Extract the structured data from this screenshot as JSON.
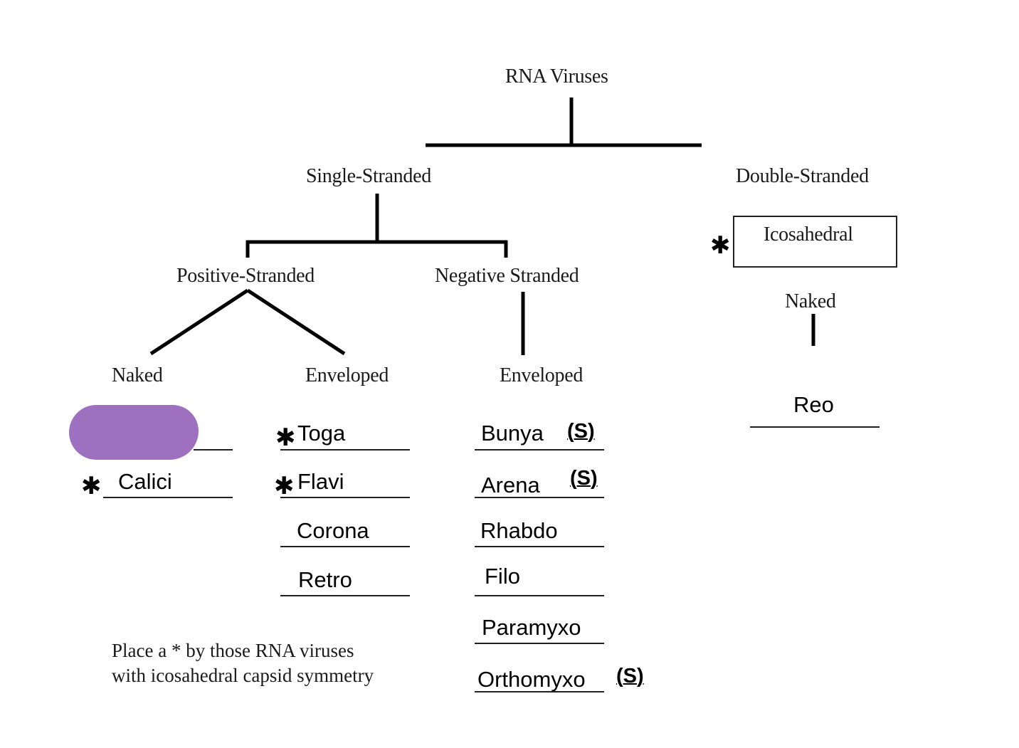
{
  "diagram": {
    "root": "RNA Viruses",
    "level1": {
      "left": "Single-Stranded",
      "right": "Double-Stranded"
    },
    "single_stranded": {
      "positive": "Positive-Stranded",
      "negative": "Negative Stranded",
      "positive_naked": "Naked",
      "positive_enveloped": "Enveloped",
      "negative_enveloped": "Enveloped"
    },
    "double_stranded": {
      "symmetry_box": "Icosahedral",
      "symmetry_star": "*",
      "naked": "Naked",
      "entry": "Reo"
    },
    "lists": {
      "positive_naked": [
        {
          "name": "",
          "star": "*",
          "redacted": true,
          "redaction_color": "#9e71c0"
        },
        {
          "name": "Calici",
          "star": "*"
        }
      ],
      "positive_enveloped": [
        {
          "name": "Toga",
          "star": "*"
        },
        {
          "name": "Flavi",
          "star": "*"
        },
        {
          "name": "Corona",
          "star": ""
        },
        {
          "name": "Retro",
          "star": ""
        }
      ],
      "negative_enveloped": [
        {
          "name": "Bunya",
          "flag": "(S)"
        },
        {
          "name": "Arena",
          "flag": "(S)"
        },
        {
          "name": "Rhabdo",
          "flag": ""
        },
        {
          "name": "Filo",
          "flag": ""
        },
        {
          "name": "Paramyxo",
          "flag": ""
        },
        {
          "name": "Orthomyxo",
          "flag": "(S)"
        }
      ]
    },
    "instruction": {
      "line1": "Place a * by those RNA viruses",
      "line2": "with icosahedral capsid symmetry"
    }
  }
}
